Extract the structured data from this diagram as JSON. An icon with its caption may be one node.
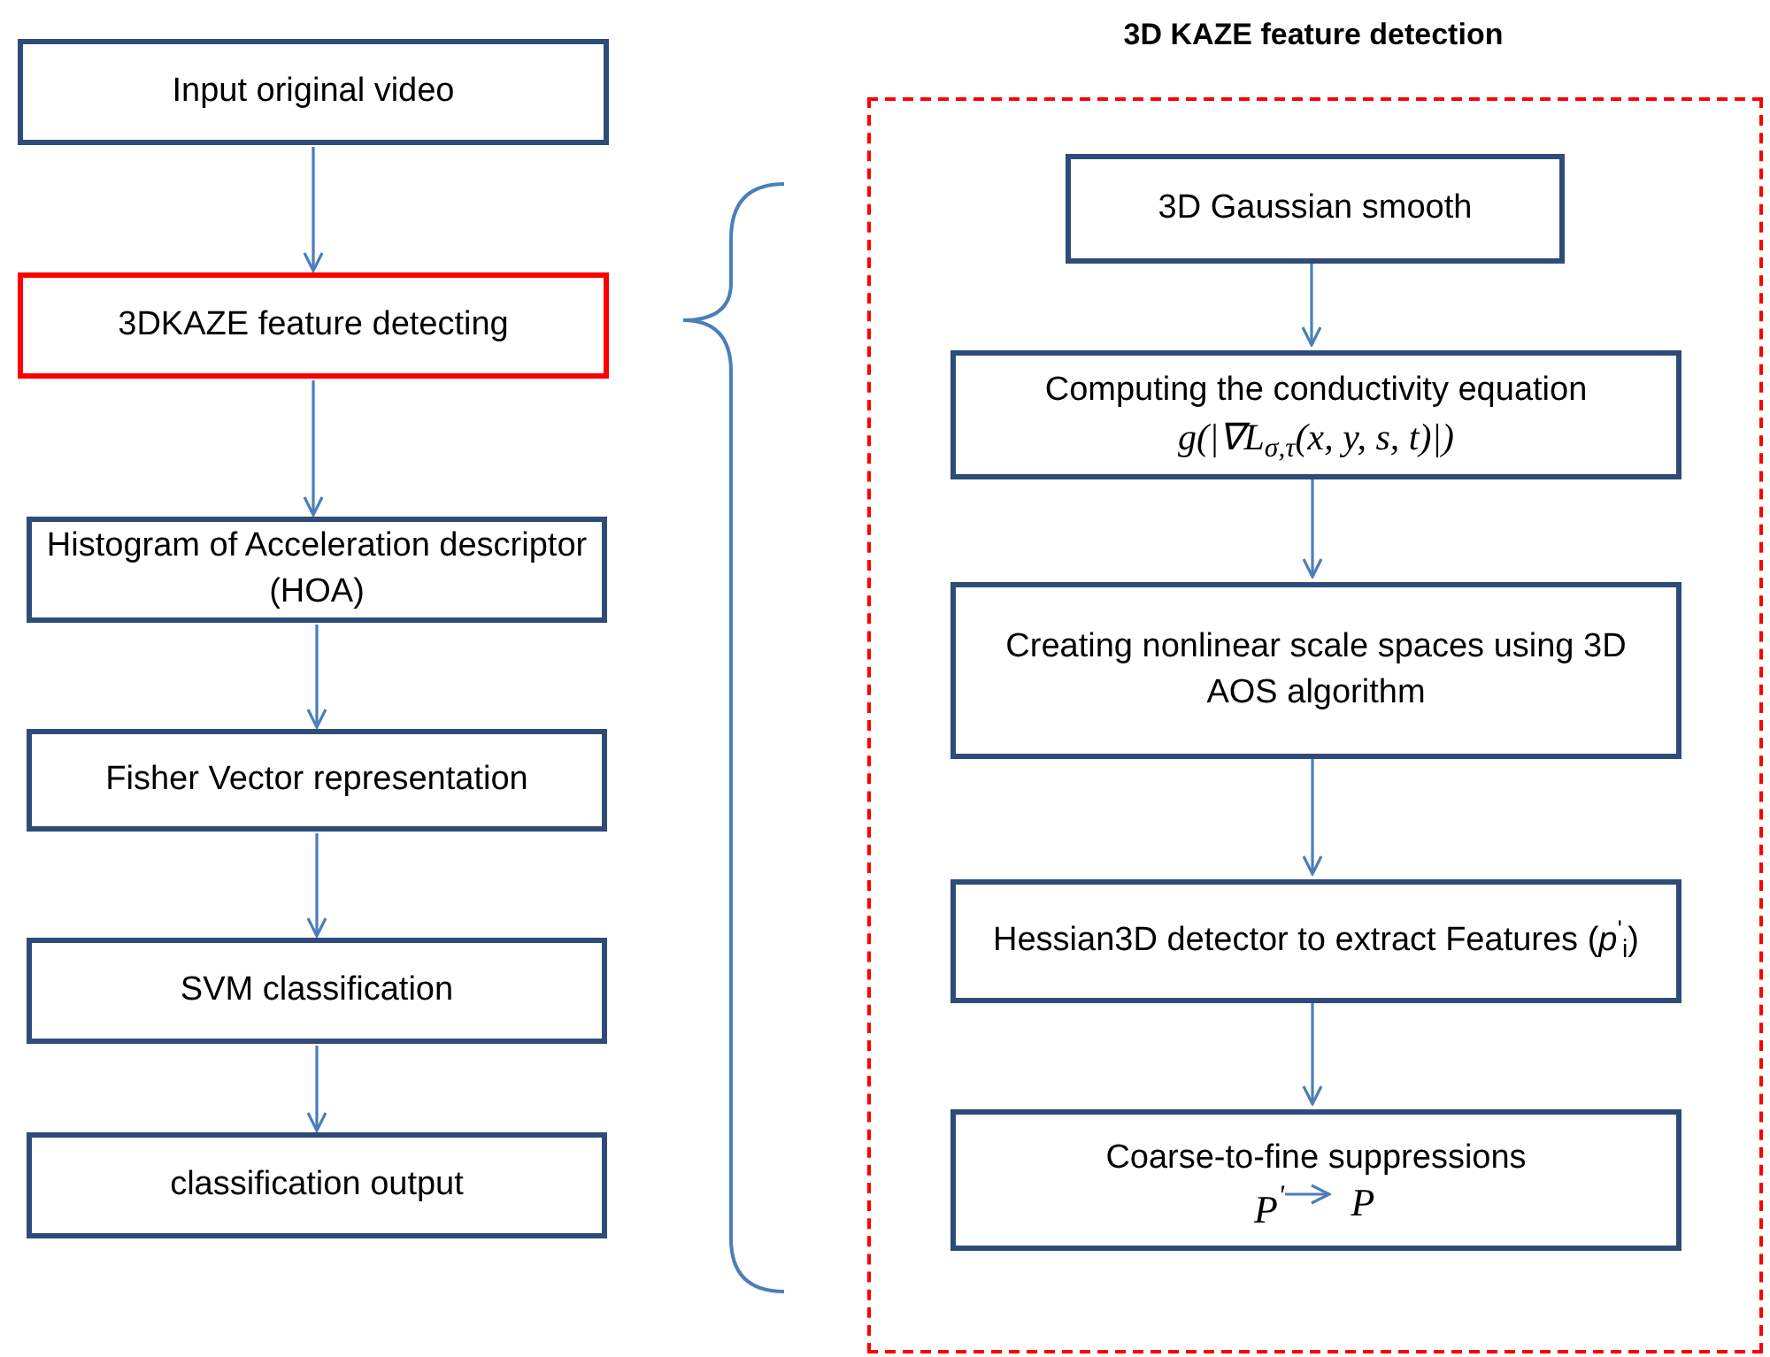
{
  "diagram": {
    "nodes": [
      {
        "text": [
          "Input original video"
        ]
      },
      {
        "text": [
          "3DKAZE feature detecting"
        ]
      },
      {
        "text": [
          "Histogram of Acceleration descriptor (HOA)"
        ]
      },
      {
        "text": [
          "Fisher Vector representation"
        ]
      },
      {
        "text": [
          "SVM classification"
        ]
      },
      {
        "text": [
          "classification output"
        ]
      },
      {
        "text": [
          "3D KAZE feature detection"
        ]
      },
      {
        "text": [
          "3D Gaussian smooth"
        ],
        "in": 6
      },
      {
        "text": [
          "Computing the conductivity equation",
          "g(|∇L$_{σ,τ}$(x, y, s, t)|)"
        ],
        "in": 6
      },
      {
        "text": [
          "Creating nonlinear scale spaces using 3D AOS algorithm"
        ],
        "in": 6
      },
      {
        "text": [
          "Hessian3D detector to extract Features (*p*$^{'}$$_{i}$)"
        ],
        "in": 6
      },
      {
        "text": [
          "Coarse-to-fine suppressions"
        ],
        "in": 6
      },
      {
        "text": [
          "P$^{'}$"
        ],
        "in": 11
      },
      {
        "text": [
          "P"
        ],
        "in": 11
      }
    ],
    "edges": [
      {
        "from": 0,
        "to": 1,
        "arrow": "to"
      },
      {
        "from": 1,
        "to": 2,
        "arrow": "to"
      },
      {
        "from": 2,
        "to": 3,
        "arrow": "to"
      },
      {
        "from": 3,
        "to": 4,
        "arrow": "to"
      },
      {
        "from": 4,
        "to": 5,
        "arrow": "to"
      },
      {
        "from": 7,
        "to": 8,
        "arrow": "to"
      },
      {
        "from": 8,
        "to": 9,
        "arrow": "to"
      },
      {
        "from": 9,
        "to": 10,
        "arrow": "to"
      },
      {
        "from": 10,
        "to": 11,
        "arrow": "to"
      },
      {
        "from": 12,
        "to": 13,
        "arrow": "to"
      }
    ]
  }
}
